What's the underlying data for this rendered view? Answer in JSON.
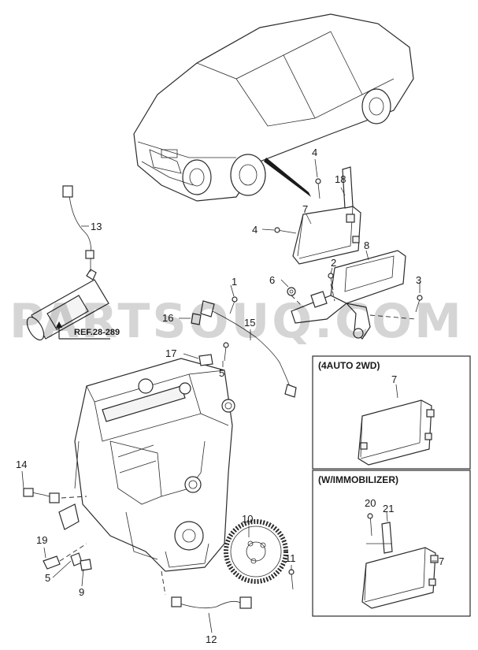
{
  "watermark": "PARTSOUQ.COM",
  "reference": "REF.28-289",
  "callouts": [
    "1",
    "2",
    "3",
    "4",
    "4",
    "5",
    "5",
    "6",
    "7",
    "8",
    "9",
    "10",
    "11",
    "12",
    "13",
    "14",
    "15",
    "16",
    "17",
    "18",
    "19"
  ],
  "inset_4auto": {
    "title": "(4AUTO 2WD)",
    "callouts": [
      "7"
    ]
  },
  "inset_immobilizer": {
    "title": "(W/IMMOBILIZER)",
    "callouts": [
      "20",
      "21",
      "7"
    ]
  }
}
